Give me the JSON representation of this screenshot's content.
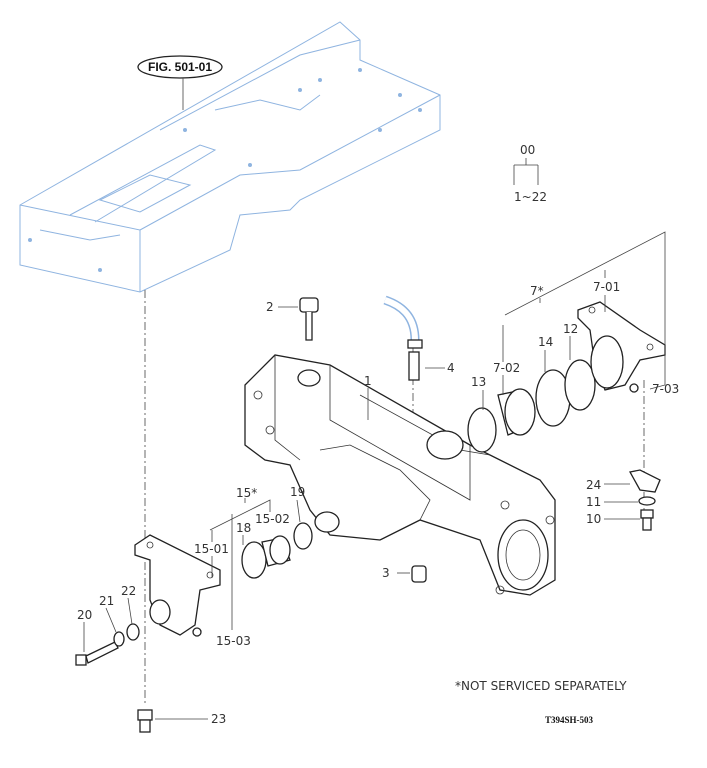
{
  "figure_ref": "FIG. 501-01",
  "assembly": {
    "top": "00",
    "range": "1~22"
  },
  "callouts": {
    "c1": "1",
    "c2": "2",
    "c3": "3",
    "c4": "4",
    "c7": "7*",
    "c7_01": "7-01",
    "c7_02": "7-02",
    "c7_03": "7-03",
    "c10": "10",
    "c11": "11",
    "c12": "12",
    "c13": "13",
    "c14": "14",
    "c15": "15*",
    "c15_01": "15-01",
    "c15_02": "15-02",
    "c15_03": "15-03",
    "c18": "18",
    "c19": "19",
    "c20": "20",
    "c21": "21",
    "c22": "22",
    "c23": "23",
    "c24": "24"
  },
  "note": "*NOT SERVICED SEPARATELY",
  "drawing_code": "T394SH-503",
  "colors": {
    "frame": "#8fb4e0",
    "lines": "#222222"
  }
}
